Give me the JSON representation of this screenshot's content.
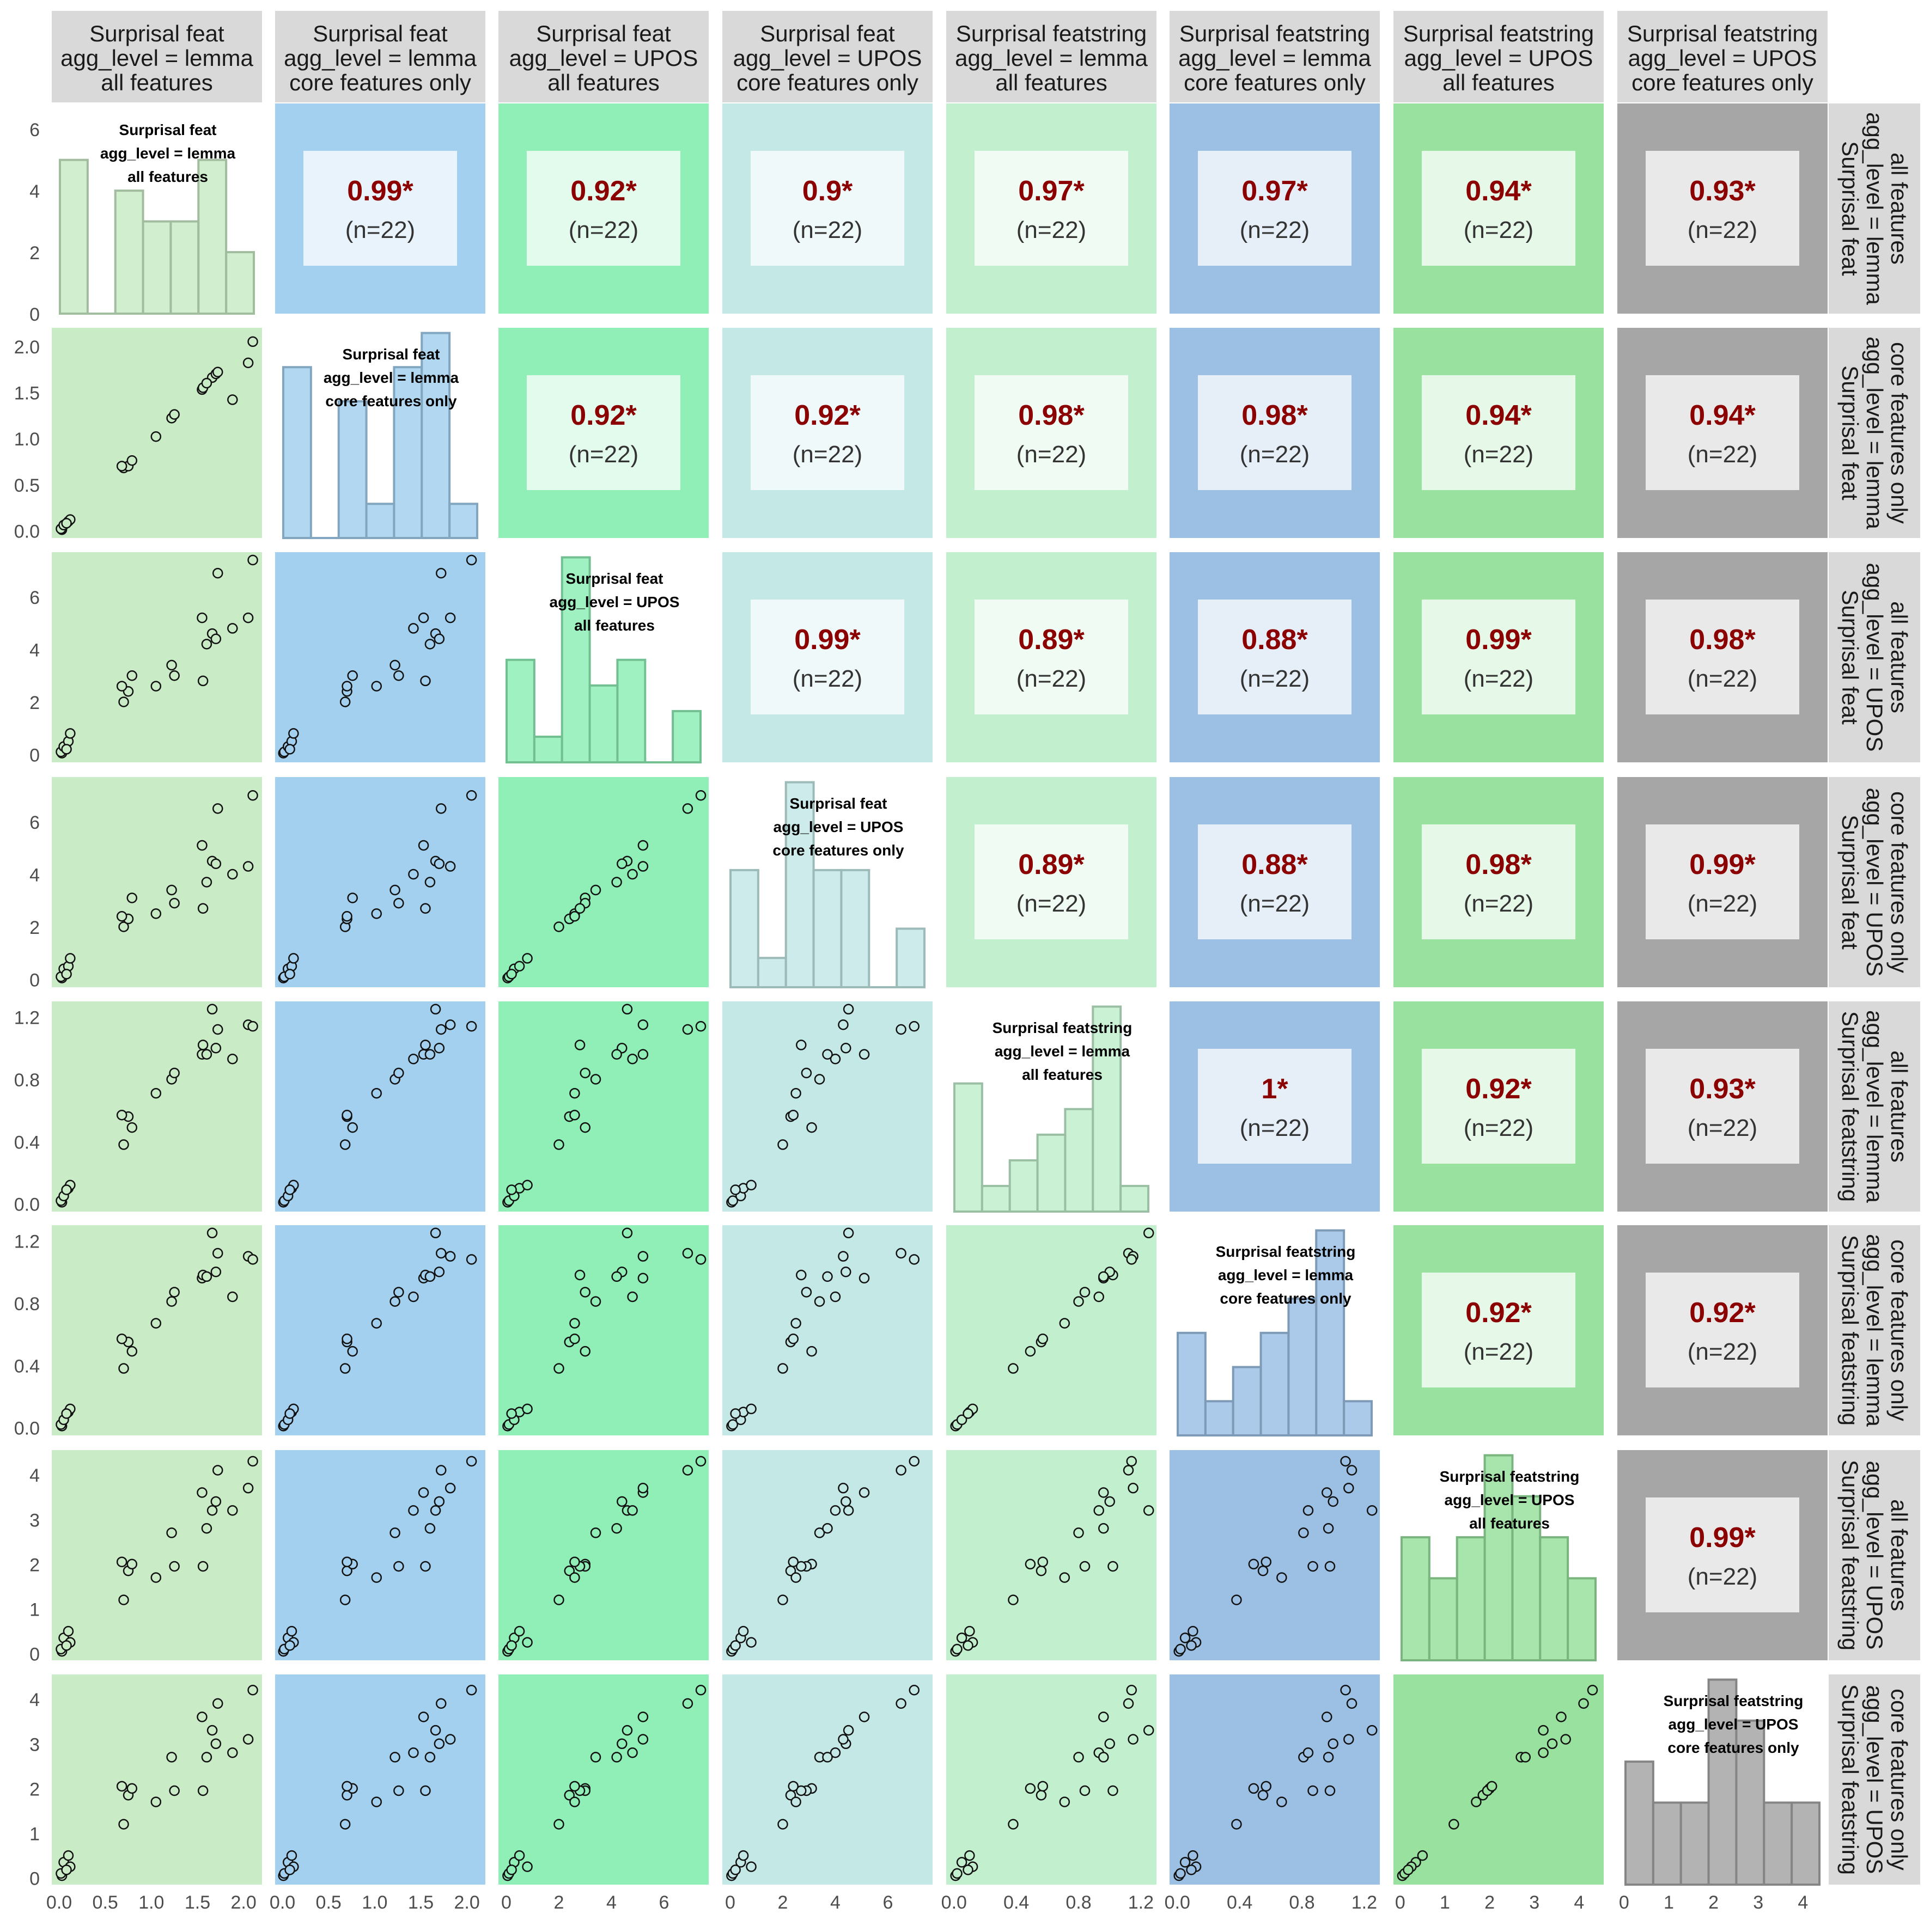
{
  "chart_data": {
    "type": "scatter",
    "kind": "pairs-plot",
    "variables": [
      {
        "strip": [
          "Surprisal feat",
          "agg_level = lemma",
          "all features"
        ],
        "color": "#c9ebc6",
        "ticks": [
          "0.0",
          "0.5",
          "1.0",
          "1.5",
          "2.0"
        ],
        "tick_values": [
          0,
          0.5,
          1,
          1.5,
          2
        ],
        "range": [
          -0.08,
          2.2
        ],
        "values": [
          0.03,
          0.02,
          0.05,
          0.1,
          0.12,
          0.7,
          0.75,
          0.79,
          1.05,
          1.22,
          1.25,
          1.55,
          1.56,
          1.66,
          1.7,
          1.72,
          1.88,
          2.05,
          2.1,
          0.08,
          1.6,
          0.68
        ]
      },
      {
        "strip": [
          "Surprisal feat",
          "agg_level = lemma",
          "core features only"
        ],
        "color": "#a3d0ef",
        "ticks": [
          "0.0",
          "0.5",
          "1.0",
          "1.5",
          "2.0"
        ],
        "tick_values": [
          0,
          0.5,
          1,
          1.5,
          2
        ],
        "range": [
          -0.08,
          2.2
        ],
        "values": [
          0.01,
          0.02,
          0.06,
          0.1,
          0.12,
          0.68,
          0.7,
          0.76,
          1.02,
          1.22,
          1.26,
          1.53,
          1.55,
          1.66,
          1.7,
          1.72,
          1.42,
          1.82,
          2.05,
          0.08,
          1.6,
          0.7
        ]
      },
      {
        "strip": [
          "Surprisal feat",
          "agg_level = UPOS",
          "all features"
        ],
        "color": "#8fefb6",
        "ticks": [
          "0",
          "2",
          "4",
          "6"
        ],
        "tick_values": [
          0,
          2,
          4,
          6
        ],
        "range": [
          -0.3,
          7.7
        ],
        "values": [
          0.05,
          0.1,
          0.3,
          0.5,
          0.8,
          2.0,
          2.4,
          3.0,
          2.6,
          3.4,
          3.0,
          5.2,
          2.8,
          4.6,
          4.4,
          6.9,
          4.8,
          5.2,
          7.4,
          0.2,
          4.2,
          2.6
        ]
      },
      {
        "strip": [
          "Surprisal feat",
          "agg_level = UPOS",
          "core features only"
        ],
        "color": "#c3e8e6",
        "ticks": [
          "0",
          "2",
          "4",
          "6"
        ],
        "tick_values": [
          0,
          2,
          4,
          6
        ],
        "range": [
          -0.3,
          7.7
        ],
        "values": [
          0.05,
          0.1,
          0.4,
          0.5,
          0.8,
          2.0,
          2.3,
          3.1,
          2.5,
          3.4,
          2.9,
          5.1,
          2.7,
          4.5,
          4.4,
          6.5,
          4.0,
          4.3,
          7.0,
          0.2,
          3.7,
          2.4
        ]
      },
      {
        "strip": [
          "Surprisal featstring",
          "agg_level = lemma",
          "all features"
        ],
        "color": "#c2efcd",
        "ticks": [
          "0.0",
          "0.4",
          "0.8",
          "1.2"
        ],
        "tick_values": [
          0,
          0.4,
          0.8,
          1.2
        ],
        "range": [
          -0.05,
          1.3
        ],
        "values": [
          0.01,
          0.02,
          0.05,
          0.1,
          0.12,
          0.38,
          0.56,
          0.49,
          0.71,
          0.8,
          0.84,
          0.96,
          1.02,
          1.25,
          1.0,
          1.12,
          0.93,
          1.15,
          1.14,
          0.09,
          0.96,
          0.57
        ]
      },
      {
        "strip": [
          "Surprisal featstring",
          "agg_level = lemma",
          "core features only"
        ],
        "color": "#9cc0e4",
        "ticks": [
          "0.0",
          "0.4",
          "0.8",
          "1.2"
        ],
        "tick_values": [
          0,
          0.4,
          0.8,
          1.2
        ],
        "range": [
          -0.05,
          1.3
        ],
        "values": [
          0.01,
          0.02,
          0.05,
          0.1,
          0.12,
          0.38,
          0.55,
          0.49,
          0.67,
          0.81,
          0.87,
          0.96,
          0.98,
          1.25,
          1.0,
          1.12,
          0.84,
          1.1,
          1.08,
          0.09,
          0.97,
          0.57
        ]
      },
      {
        "strip": [
          "Surprisal featstring",
          "agg_level = UPOS",
          "all features"
        ],
        "color": "#99e19e",
        "ticks": [
          "0",
          "1",
          "2",
          "3",
          "4"
        ],
        "tick_values": [
          0,
          1,
          2,
          3,
          4
        ],
        "range": [
          -0.15,
          4.55
        ],
        "values": [
          0.05,
          0.1,
          0.35,
          0.5,
          0.25,
          1.2,
          1.85,
          2.0,
          1.7,
          2.7,
          1.95,
          3.6,
          1.95,
          3.2,
          3.4,
          4.1,
          3.2,
          3.7,
          4.3,
          0.18,
          2.8,
          2.05
        ]
      },
      {
        "strip": [
          "Surprisal featstring",
          "agg_level = UPOS",
          "core features only"
        ],
        "color": "#a6a6a6",
        "ticks": [
          "0",
          "1",
          "2",
          "3",
          "4"
        ],
        "tick_values": [
          0,
          1,
          2,
          3,
          4
        ],
        "range": [
          -0.15,
          4.55
        ],
        "values": [
          0.05,
          0.1,
          0.35,
          0.5,
          0.25,
          1.2,
          1.85,
          2.0,
          1.7,
          2.7,
          1.95,
          3.6,
          1.95,
          3.3,
          3.0,
          3.9,
          2.8,
          3.1,
          4.2,
          0.18,
          2.7,
          2.05
        ]
      }
    ],
    "histograms": [
      {
        "counts": [
          5,
          0,
          4,
          3,
          3,
          5,
          2
        ],
        "yticks": [
          "0",
          "2",
          "4",
          "6"
        ],
        "ytick_values": [
          0,
          2,
          4,
          6
        ],
        "ymax": 6.8
      },
      {
        "counts": [
          5,
          0,
          4,
          1,
          5,
          6,
          1
        ]
      },
      {
        "counts": [
          4,
          1,
          8,
          3,
          4,
          0,
          2
        ]
      },
      {
        "counts": [
          4,
          1,
          7,
          4,
          4,
          0,
          2
        ]
      },
      {
        "counts": [
          5,
          1,
          2,
          3,
          4,
          8,
          1
        ]
      },
      {
        "counts": [
          3,
          1,
          2,
          3,
          4,
          6,
          1
        ]
      },
      {
        "counts": [
          3,
          2,
          3,
          5,
          4,
          3,
          2
        ]
      },
      {
        "counts": [
          3,
          2,
          2,
          5,
          4,
          2,
          2
        ]
      }
    ],
    "correlations": [
      [
        "",
        "0.99*",
        "0.92*",
        "0.9*",
        "0.97*",
        "0.97*",
        "0.94*",
        "0.93*"
      ],
      [
        "",
        "",
        "0.92*",
        "0.92*",
        "0.98*",
        "0.98*",
        "0.94*",
        "0.94*"
      ],
      [
        "",
        "",
        "",
        "0.99*",
        "0.89*",
        "0.88*",
        "0.99*",
        "0.98*"
      ],
      [
        "",
        "",
        "",
        "",
        "0.89*",
        "0.88*",
        "0.98*",
        "0.99*"
      ],
      [
        "",
        "",
        "",
        "",
        "",
        "1*",
        "0.92*",
        "0.93*"
      ],
      [
        "",
        "",
        "",
        "",
        "",
        "",
        "0.92*",
        "0.92*"
      ],
      [
        "",
        "",
        "",
        "",
        "",
        "",
        "",
        "0.99*"
      ],
      [
        "",
        "",
        "",
        "",
        "",
        "",
        "",
        ""
      ]
    ],
    "n_label": "(n=22)",
    "grid": false
  }
}
